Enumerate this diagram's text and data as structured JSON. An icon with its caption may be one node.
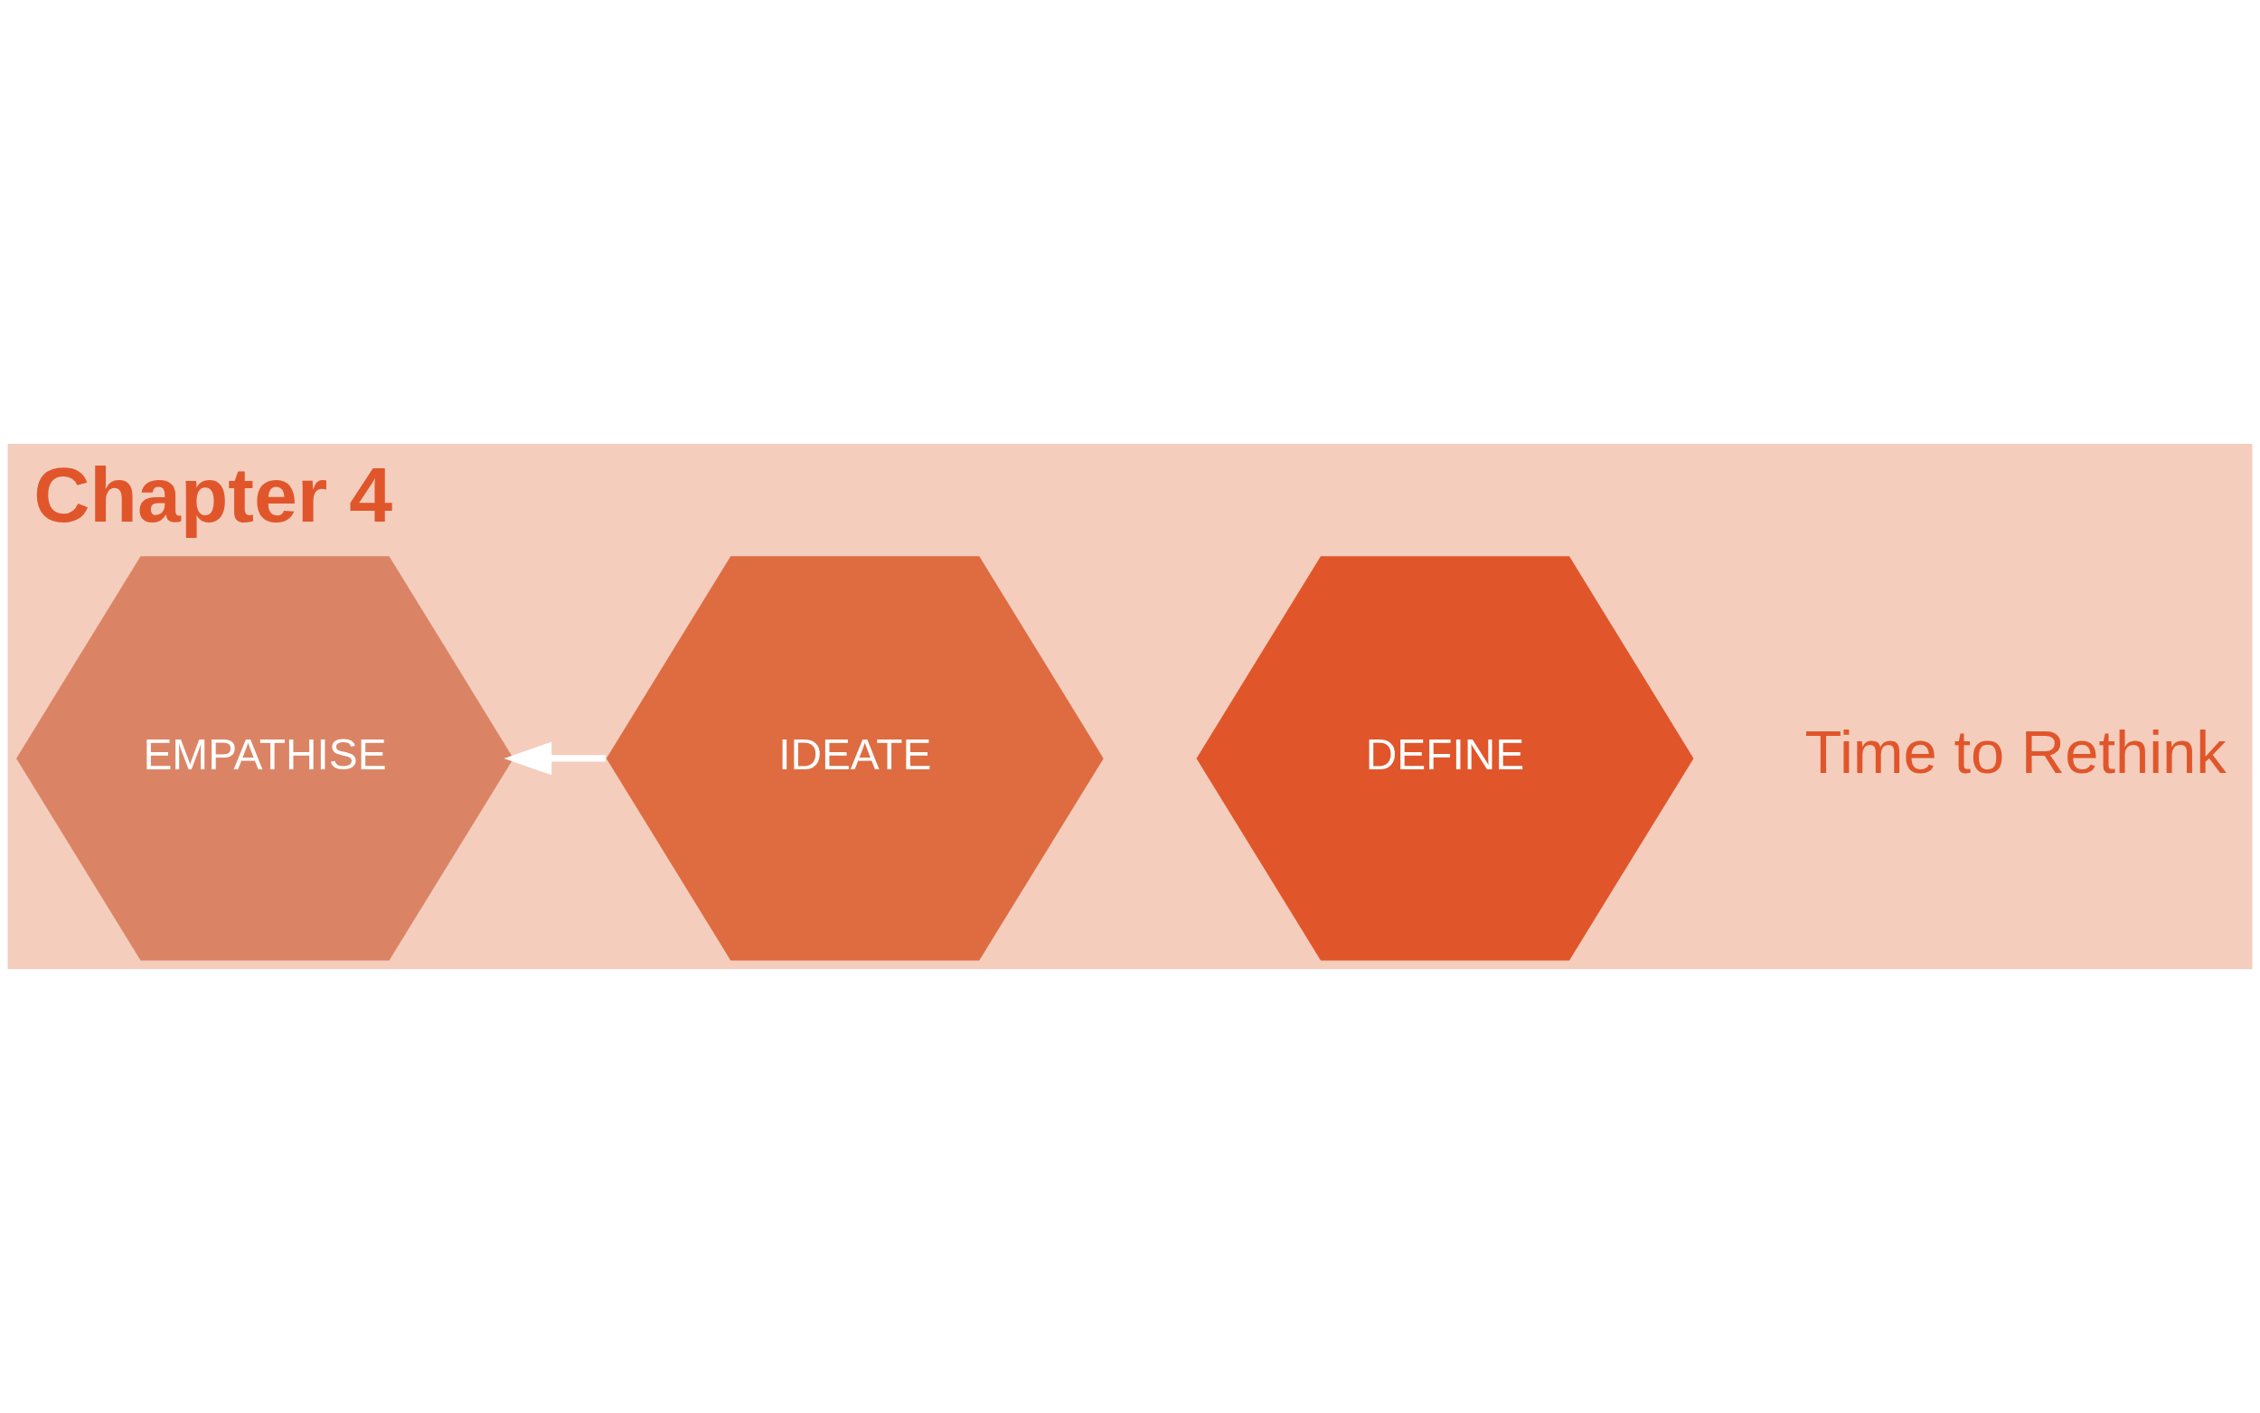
{
  "diagram": {
    "title": "Chapter 4",
    "nodes": [
      {
        "text": [
          "EMPATHISE"
        ]
      },
      {
        "text": [
          "DEFINE"
        ]
      },
      {
        "text": [
          "IDEATE"
        ]
      }
    ],
    "edges": [
      {
        "from": 2,
        "to": 0,
        "arrow": "to"
      }
    ],
    "labels": [
      "Time to Rethink"
    ]
  }
}
